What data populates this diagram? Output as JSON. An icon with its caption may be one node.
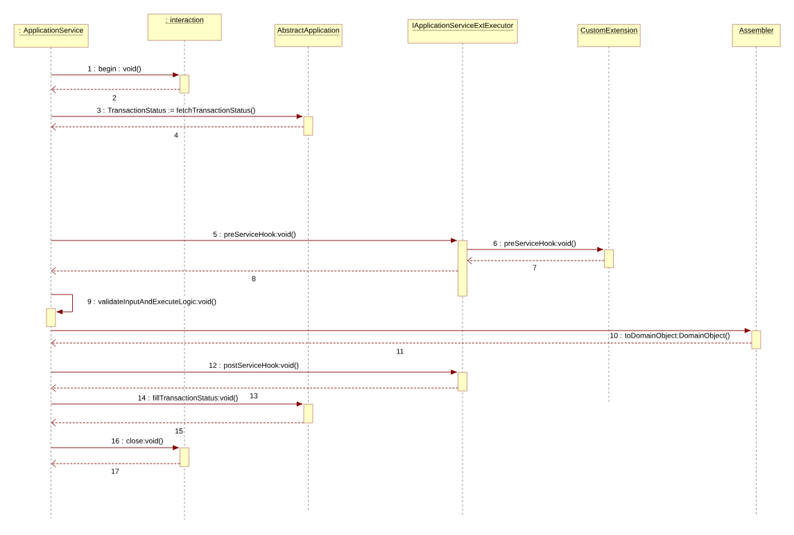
{
  "diagram": {
    "nodes": [
      {
        "text": [
          ": ApplicationService"
        ]
      },
      {
        "text": [
          ": interaction"
        ]
      },
      {
        "text": [
          "AbstractApplication"
        ]
      },
      {
        "text": [
          "IApplicationServiceExtExecutor"
        ]
      },
      {
        "text": [
          "CustomExtension"
        ]
      },
      {
        "text": [
          "Assembler"
        ]
      },
      {
        "text": [],
        "shape": "bar"
      },
      {
        "text": [],
        "shape": "bar"
      },
      {
        "text": [],
        "shape": "bar"
      },
      {
        "text": [],
        "shape": "bar"
      },
      {
        "text": [],
        "shape": "bar",
        "in": 0
      },
      {
        "text": [],
        "shape": "bar"
      },
      {
        "text": [],
        "shape": "bar"
      },
      {
        "text": [],
        "shape": "bar"
      },
      {
        "text": [],
        "shape": "bar"
      }
    ],
    "edges": [
      {
        "from": 0,
        "to": 6,
        "arrow": "to",
        "label": "1 : begin : void()"
      },
      {
        "from": 6,
        "to": 0,
        "arrow": "to",
        "style": "dashed",
        "label": "2"
      },
      {
        "from": 0,
        "to": 7,
        "arrow": "to",
        "label": "3 : TransactionStatus := fetchTransactionStatus()"
      },
      {
        "from": 7,
        "to": 0,
        "arrow": "to",
        "style": "dashed",
        "label": "4"
      },
      {
        "from": 0,
        "to": 8,
        "arrow": "to",
        "label": "5 : preServiceHook:void()"
      },
      {
        "from": 8,
        "to": 9,
        "arrow": "to",
        "label": "6 : preServiceHook:void()"
      },
      {
        "from": 9,
        "to": 8,
        "arrow": "to",
        "style": "dashed",
        "label": "7"
      },
      {
        "from": 8,
        "to": 0,
        "arrow": "to",
        "style": "dashed",
        "label": "8"
      },
      {
        "from": 10,
        "to": 10,
        "arrow": "to",
        "label": "9 : validateInputAndExecuteLogic:void()"
      },
      {
        "from": 10,
        "to": 11,
        "arrow": "to",
        "label": "10 : toDomainObject:DomainObject()"
      },
      {
        "from": 11,
        "to": 10,
        "arrow": "to",
        "style": "dashed",
        "label": "11"
      },
      {
        "from": 0,
        "to": 12,
        "arrow": "to",
        "label": "12 : postServiceHook:void()"
      },
      {
        "from": 12,
        "to": 0,
        "arrow": "to",
        "style": "dashed",
        "label": "13"
      },
      {
        "from": 0,
        "to": 13,
        "arrow": "to",
        "label": "14 : fillTransactionStatus:void()"
      },
      {
        "from": 13,
        "to": 0,
        "arrow": "to",
        "style": "dashed",
        "label": "15"
      },
      {
        "from": 0,
        "to": 14,
        "arrow": "to",
        "label": "16 : close:void()"
      },
      {
        "from": 14,
        "to": 0,
        "arrow": "to",
        "style": "dashed",
        "label": "17"
      }
    ]
  }
}
